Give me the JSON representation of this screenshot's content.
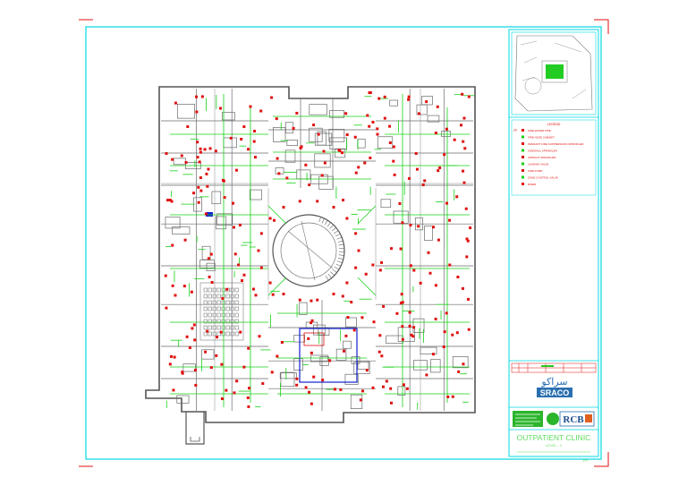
{
  "drawing": {
    "colors": {
      "frame": "#00d8e0",
      "wall": "#555555",
      "pipe": "#16d016",
      "device": "#e01010",
      "accent": "#1020d0",
      "crop": "#e01010"
    }
  },
  "legend": {
    "title": "LEGEND",
    "items": [
      {
        "symbol": "FP",
        "text": "FIRE WATER PIPE"
      },
      {
        "symbol": "",
        "text": "FIRE HOSE CABINET"
      },
      {
        "symbol": "",
        "text": "PENDANT FIRE SUPPRESSION SPRINKLER"
      },
      {
        "symbol": "",
        "text": "SIDEWALL SPRINKLER"
      },
      {
        "symbol": "",
        "text": "UPRIGHT SPRINKLER"
      },
      {
        "symbol": "",
        "text": "LANDING VALVE"
      },
      {
        "symbol": "",
        "text": "FIRE PUMP"
      },
      {
        "symbol": "",
        "text": "ZONE CONTROL VALVE"
      },
      {
        "symbol": "",
        "text": "RISER"
      }
    ]
  },
  "title_block": {
    "company_arabic": "سراكو",
    "company_latin": "SRACO",
    "consultant_logo": "RCB",
    "project_title": "OUTPATIENT CLINIC",
    "level": "LEVEL - 1",
    "sheet_tag": "FP"
  }
}
